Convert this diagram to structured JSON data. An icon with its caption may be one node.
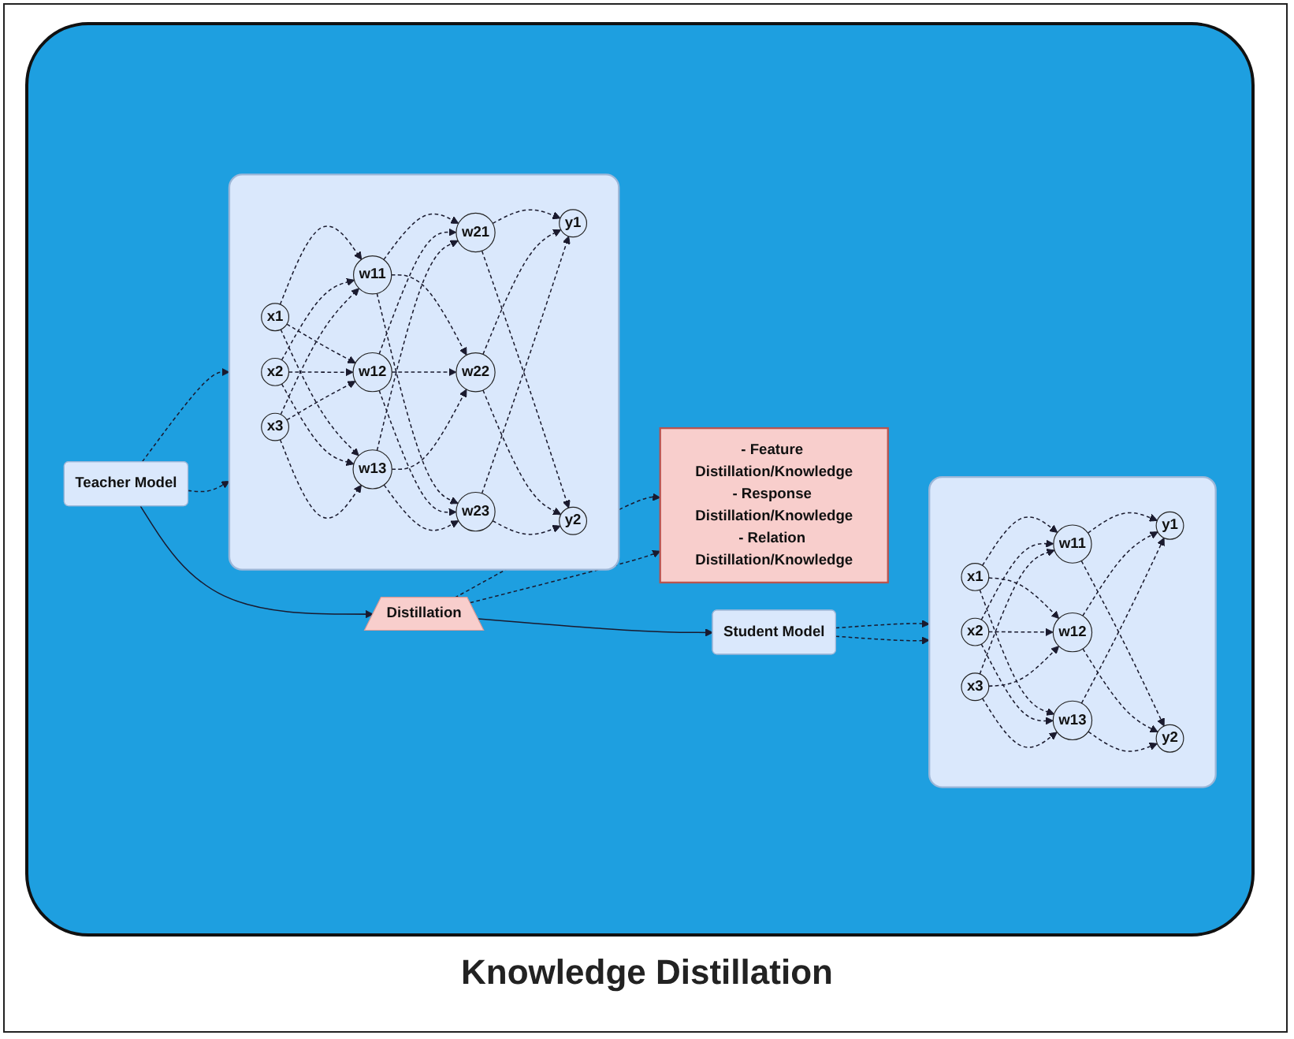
{
  "diagram": {
    "title": "Knowledge Distillation",
    "nodes": [
      {
        "text": [
          "Teacher Model"
        ]
      },
      {
        "text": [],
        "shape": "box"
      },
      {
        "text": [
          "x1"
        ],
        "in": 1
      },
      {
        "text": [
          "x2"
        ],
        "in": 1
      },
      {
        "text": [
          "x3"
        ],
        "in": 1
      },
      {
        "text": [
          "w11"
        ],
        "in": 1
      },
      {
        "text": [
          "w12"
        ],
        "in": 1
      },
      {
        "text": [
          "w13"
        ],
        "in": 1
      },
      {
        "text": [
          "w21"
        ],
        "in": 1
      },
      {
        "text": [
          "w22"
        ],
        "in": 1
      },
      {
        "text": [
          "w23"
        ],
        "in": 1
      },
      {
        "text": [
          "y1"
        ],
        "in": 1
      },
      {
        "text": [
          "y2"
        ],
        "in": 1
      },
      {
        "text": [
          "Distillation"
        ]
      },
      {
        "text": [
          "- Feature Distillation/Knowledge",
          "- Response Distillation/Knowledge",
          "- Relation Distillation/Knowledge"
        ]
      },
      {
        "text": [
          "Student Model"
        ]
      },
      {
        "text": [],
        "shape": "box"
      },
      {
        "text": [
          "x1"
        ],
        "in": 16
      },
      {
        "text": [
          "x2"
        ],
        "in": 16
      },
      {
        "text": [
          "x3"
        ],
        "in": 16
      },
      {
        "text": [
          "w11"
        ],
        "in": 16
      },
      {
        "text": [
          "w12"
        ],
        "in": 16
      },
      {
        "text": [
          "w13"
        ],
        "in": 16
      },
      {
        "text": [
          "y1"
        ],
        "in": 16
      },
      {
        "text": [
          "y2"
        ],
        "in": 16
      }
    ],
    "edges": [
      {
        "from": 0,
        "to": 1,
        "arrow": "to",
        "style": "dashed"
      },
      {
        "from": 0,
        "to": 1,
        "arrow": "to",
        "style": "dashed"
      },
      {
        "from": 0,
        "to": 13,
        "arrow": "to"
      },
      {
        "from": 13,
        "to": 14,
        "arrow": "to",
        "style": "dashed"
      },
      {
        "from": 13,
        "to": 14,
        "arrow": "to",
        "style": "dashed"
      },
      {
        "from": 13,
        "to": 15,
        "arrow": "to"
      },
      {
        "from": 15,
        "to": 16,
        "arrow": "to",
        "style": "dashed"
      },
      {
        "from": 15,
        "to": 16,
        "arrow": "to",
        "style": "dashed"
      },
      {
        "from": 2,
        "to": 5,
        "arrow": "to",
        "style": "dashed"
      },
      {
        "from": 2,
        "to": 6,
        "arrow": "to",
        "style": "dashed"
      },
      {
        "from": 2,
        "to": 7,
        "arrow": "to",
        "style": "dashed"
      },
      {
        "from": 3,
        "to": 5,
        "arrow": "to",
        "style": "dashed"
      },
      {
        "from": 3,
        "to": 6,
        "arrow": "to",
        "style": "dashed"
      },
      {
        "from": 3,
        "to": 7,
        "arrow": "to",
        "style": "dashed"
      },
      {
        "from": 4,
        "to": 5,
        "arrow": "to",
        "style": "dashed"
      },
      {
        "from": 4,
        "to": 6,
        "arrow": "to",
        "style": "dashed"
      },
      {
        "from": 4,
        "to": 7,
        "arrow": "to",
        "style": "dashed"
      },
      {
        "from": 5,
        "to": 8,
        "arrow": "to",
        "style": "dashed"
      },
      {
        "from": 5,
        "to": 9,
        "arrow": "to",
        "style": "dashed"
      },
      {
        "from": 5,
        "to": 10,
        "arrow": "to",
        "style": "dashed"
      },
      {
        "from": 6,
        "to": 8,
        "arrow": "to",
        "style": "dashed"
      },
      {
        "from": 6,
        "to": 9,
        "arrow": "to",
        "style": "dashed"
      },
      {
        "from": 6,
        "to": 10,
        "arrow": "to",
        "style": "dashed"
      },
      {
        "from": 7,
        "to": 8,
        "arrow": "to",
        "style": "dashed"
      },
      {
        "from": 7,
        "to": 9,
        "arrow": "to",
        "style": "dashed"
      },
      {
        "from": 7,
        "to": 10,
        "arrow": "to",
        "style": "dashed"
      },
      {
        "from": 8,
        "to": 11,
        "arrow": "to",
        "style": "dashed"
      },
      {
        "from": 8,
        "to": 12,
        "arrow": "to",
        "style": "dashed"
      },
      {
        "from": 9,
        "to": 11,
        "arrow": "to",
        "style": "dashed"
      },
      {
        "from": 9,
        "to": 12,
        "arrow": "to",
        "style": "dashed"
      },
      {
        "from": 10,
        "to": 11,
        "arrow": "to",
        "style": "dashed"
      },
      {
        "from": 10,
        "to": 12,
        "arrow": "to",
        "style": "dashed"
      },
      {
        "from": 17,
        "to": 20,
        "arrow": "to",
        "style": "dashed"
      },
      {
        "from": 17,
        "to": 21,
        "arrow": "to",
        "style": "dashed"
      },
      {
        "from": 17,
        "to": 22,
        "arrow": "to",
        "style": "dashed"
      },
      {
        "from": 18,
        "to": 20,
        "arrow": "to",
        "style": "dashed"
      },
      {
        "from": 18,
        "to": 21,
        "arrow": "to",
        "style": "dashed"
      },
      {
        "from": 18,
        "to": 22,
        "arrow": "to",
        "style": "dashed"
      },
      {
        "from": 19,
        "to": 20,
        "arrow": "to",
        "style": "dashed"
      },
      {
        "from": 19,
        "to": 21,
        "arrow": "to",
        "style": "dashed"
      },
      {
        "from": 19,
        "to": 22,
        "arrow": "to",
        "style": "dashed"
      },
      {
        "from": 20,
        "to": 23,
        "arrow": "to",
        "style": "dashed"
      },
      {
        "from": 20,
        "to": 24,
        "arrow": "to",
        "style": "dashed"
      },
      {
        "from": 21,
        "to": 23,
        "arrow": "to",
        "style": "dashed"
      },
      {
        "from": 21,
        "to": 24,
        "arrow": "to",
        "style": "dashed"
      },
      {
        "from": 22,
        "to": 23,
        "arrow": "to",
        "style": "dashed"
      },
      {
        "from": 22,
        "to": 24,
        "arrow": "to",
        "style": "dashed"
      }
    ]
  }
}
